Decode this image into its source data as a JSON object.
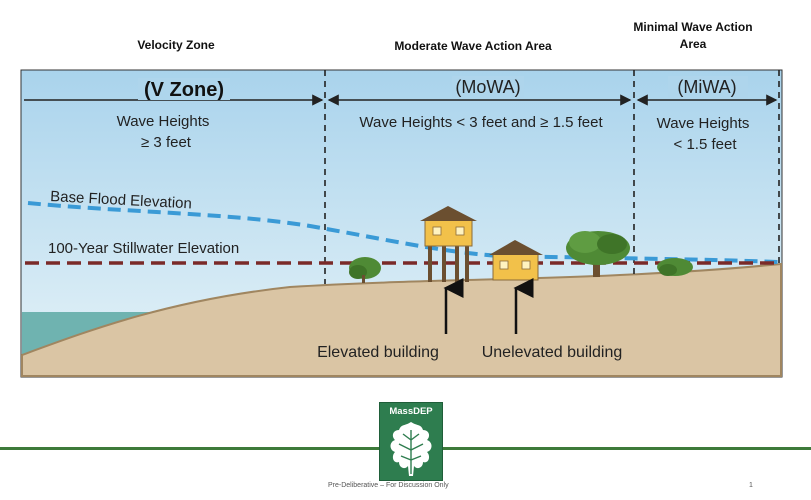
{
  "zones": {
    "velocity_title": "Velocity Zone",
    "moderate_title": "Moderate Wave Action Area",
    "minimal_title_line1": "Minimal Wave Action",
    "minimal_title_line2": "Area"
  },
  "diagram": {
    "v_zone_label": "(V Zone)",
    "mowa_label": "(MoWA)",
    "miwa_label": "(MiWA)",
    "v_wave_line1": "Wave Heights",
    "v_wave_line2": "≥ 3 feet",
    "mowa_wave": "Wave Heights < 3 feet and ≥ 1.5 feet",
    "miwa_wave_line1": "Wave Heights",
    "miwa_wave_line2": "< 1.5 feet",
    "base_flood_elevation": "Base Flood Elevation",
    "stillwater_elevation": "100-Year Stillwater Elevation",
    "elevated_building": "Elevated building",
    "unelevated_building": "Unelevated building"
  },
  "logo": {
    "text": "MassDEP"
  },
  "footer": {
    "note": "Pre-Deliberative – For Discussion Only",
    "page_number": "1"
  },
  "colors": {
    "sky_top": "#a9d3ec",
    "sky_bottom": "#e3f2f8",
    "ground": "#dac5a4",
    "ground_edge": "#a08660",
    "sea": "#6fb3b0",
    "base_flood_line": "#3a9ad6",
    "stillwater_line": "#7a2a28",
    "house": "#f2c14a",
    "roof": "#6b4f30",
    "tree": "#4f8a35",
    "brand_green": "#2e7d4f",
    "footer_line": "#3d7a3a"
  }
}
